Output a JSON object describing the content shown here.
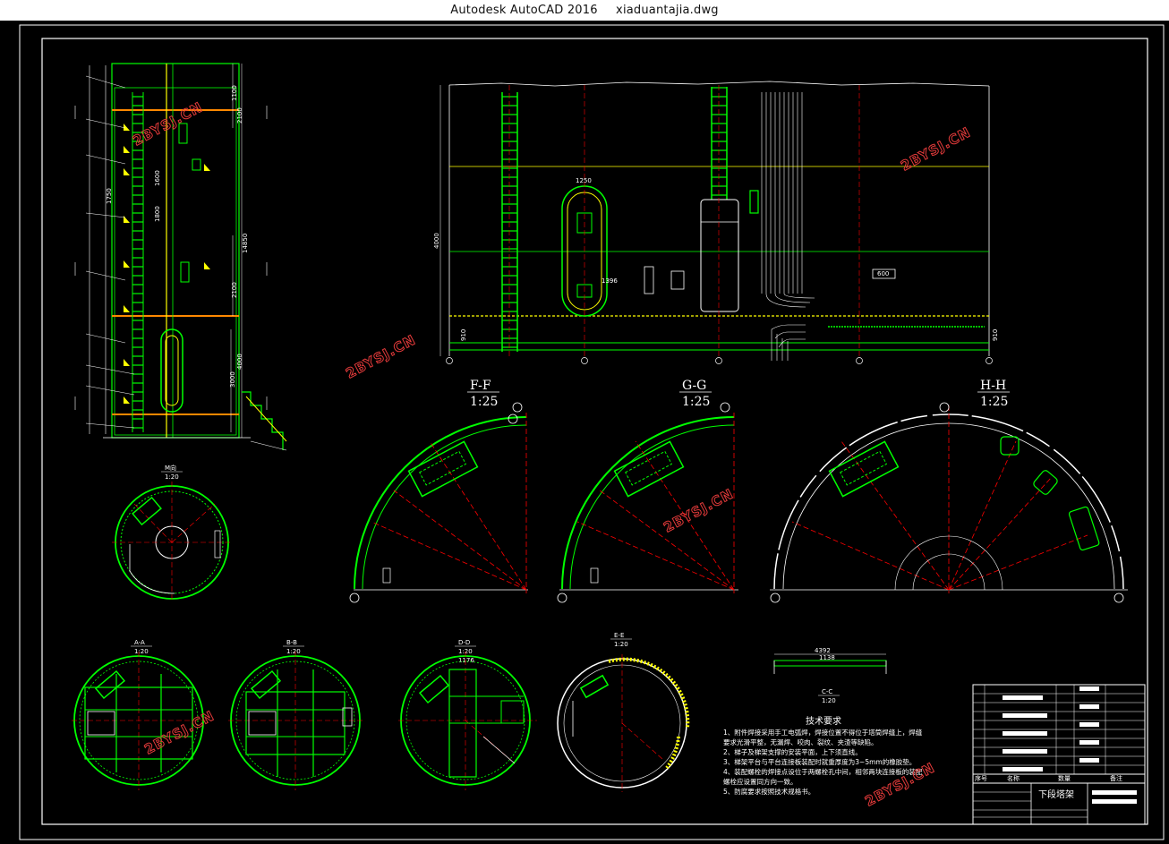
{
  "window": {
    "app_name": "Autodesk AutoCAD 2016",
    "file_name": "xiaduantajia.dwg"
  },
  "colors": {
    "background": "#000000",
    "frame": "#ffffff",
    "green": "#00ff00",
    "yellow": "#ffff00",
    "red": "#ff0000",
    "white": "#ffffff",
    "watermark": "#e23a3a"
  },
  "watermark_text": "2BYSJ.CN",
  "sections": {
    "ff": {
      "name": "F-F",
      "scale": "1:25"
    },
    "gg": {
      "name": "G-G",
      "scale": "1:25"
    },
    "hh": {
      "name": "H-H",
      "scale": "1:25"
    },
    "aa": {
      "name": "A-A",
      "scale": "1:20"
    },
    "bb": {
      "name": "B-B",
      "scale": "1:20"
    },
    "dd": {
      "name": "D-D",
      "scale": "1:20"
    },
    "ee": {
      "name": "E-E",
      "scale": "1:20"
    },
    "cc": {
      "name": "C-C",
      "scale": "1:20"
    },
    "mm": {
      "name": "M向",
      "scale": "1:20"
    }
  },
  "dims": {
    "left_total": "14850",
    "d1100": "1100",
    "d2100": "2100",
    "d1600": "1600",
    "d1800": "1800",
    "d1750": "1750",
    "d4000": "4000",
    "d3000": "3000",
    "top_h": "4000",
    "w1250": "1250",
    "w1396": "1396",
    "d910": "910",
    "d600": "600",
    "c_width": "4392",
    "c_inner": "1138",
    "dd_w": "1176"
  },
  "tech": {
    "title": "技术要求",
    "lines": [
      "1、附件焊接采用手工电弧焊，焊接位置不得位于塔筒焊缝上，焊缝",
      "   要求光滑平整，无漏焊、咬肉、裂纹、夹渣等缺陷。",
      "2、梯子及梯架支撑的安装平面，上下须直线。",
      "3、梯架平台与平台连接板装配时就重厚度为3~5mm的橡胶垫。",
      "4、装配螺栓的焊接点设位于两螺栓孔中间，相邻两块连接板的装配",
      "   螺栓应设置同方向一致。",
      "5、防腐要求按照技术规格书。"
    ]
  },
  "titleblock": {
    "drawing_name": "下段塔架",
    "header_no": "序号",
    "header_name": "名称",
    "header_qty": "数量",
    "header_note": "备注"
  }
}
